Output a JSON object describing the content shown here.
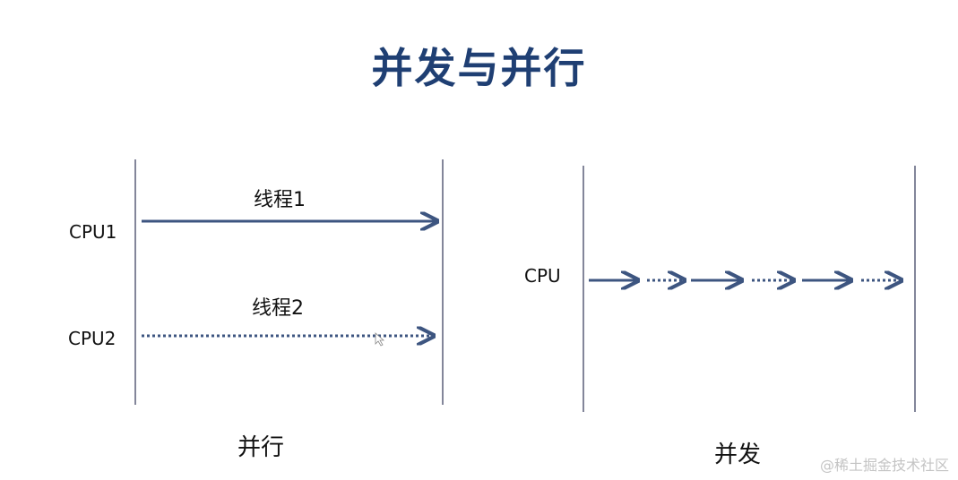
{
  "title": "并发与并行",
  "parallel": {
    "cpu1_label": "CPU1",
    "cpu2_label": "CPU2",
    "thread1_label": "线程1",
    "thread2_label": "线程2",
    "caption": "并行"
  },
  "concurrent": {
    "cpu_label": "CPU",
    "caption": "并发"
  },
  "watermark": "@稀土掘金技术社区",
  "colors": {
    "title": "#1f3f73",
    "arrow": "#3d5580",
    "axis": "#5a5f78"
  }
}
